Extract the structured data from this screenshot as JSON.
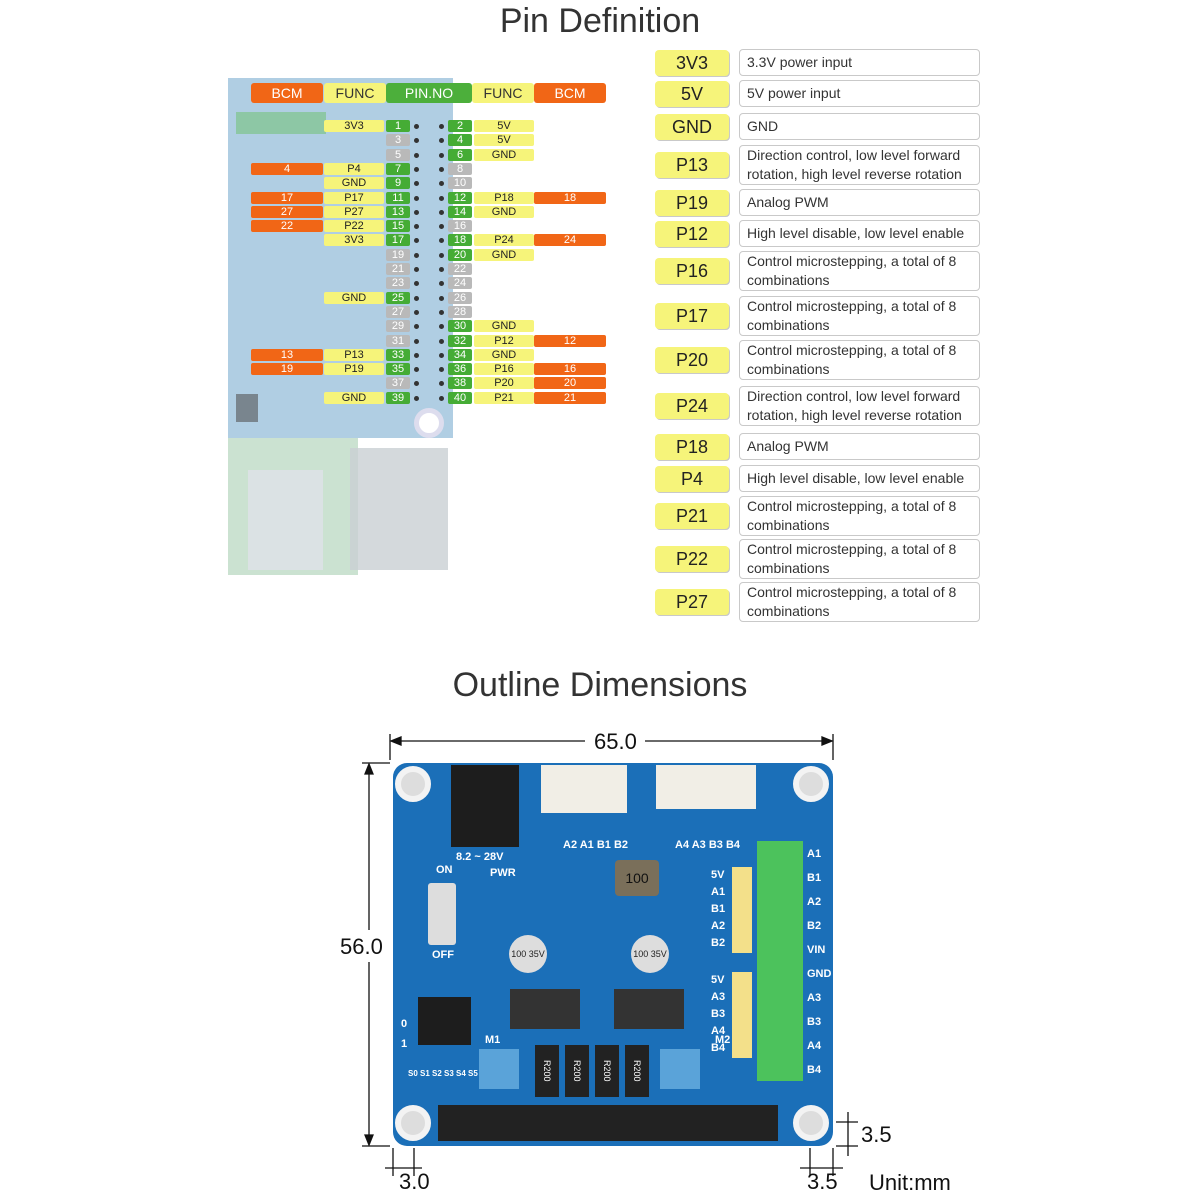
{
  "titles": {
    "pin_definition": "Pin Definition",
    "outline_dimensions": "Outline Dimensions"
  },
  "pin_header": {
    "bcm_left": "BCM",
    "func_left": "FUNC",
    "pin_no": "PIN.NO",
    "func_right": "FUNC",
    "bcm_right": "BCM"
  },
  "pin_rows": [
    {
      "lf": "3V3",
      "lb": "",
      "ln": "1",
      "rn": "2",
      "rf": "5V",
      "rb": ""
    },
    {
      "lf": "",
      "lb": "",
      "ln": "3",
      "rn": "4",
      "rf": "5V",
      "rb": ""
    },
    {
      "lf": "",
      "lb": "",
      "ln": "5",
      "rn": "6",
      "rf": "GND",
      "rb": ""
    },
    {
      "lf": "P4",
      "lb": "4",
      "ln": "7",
      "rn": "8",
      "rf": "",
      "rb": ""
    },
    {
      "lf": "GND",
      "lb": "",
      "ln": "9",
      "rn": "10",
      "rf": "",
      "rb": ""
    },
    {
      "lf": "P17",
      "lb": "17",
      "ln": "11",
      "rn": "12",
      "rf": "P18",
      "rb": "18"
    },
    {
      "lf": "P27",
      "lb": "27",
      "ln": "13",
      "rn": "14",
      "rf": "GND",
      "rb": ""
    },
    {
      "lf": "P22",
      "lb": "22",
      "ln": "15",
      "rn": "16",
      "rf": "",
      "rb": ""
    },
    {
      "lf": "3V3",
      "lb": "",
      "ln": "17",
      "rn": "18",
      "rf": "P24",
      "rb": "24"
    },
    {
      "lf": "",
      "lb": "",
      "ln": "19",
      "rn": "20",
      "rf": "GND",
      "rb": ""
    },
    {
      "lf": "",
      "lb": "",
      "ln": "21",
      "rn": "22",
      "rf": "",
      "rb": ""
    },
    {
      "lf": "",
      "lb": "",
      "ln": "23",
      "rn": "24",
      "rf": "",
      "rb": ""
    },
    {
      "lf": "GND",
      "lb": "",
      "ln": "25",
      "rn": "26",
      "rf": "",
      "rb": ""
    },
    {
      "lf": "",
      "lb": "",
      "ln": "27",
      "rn": "28",
      "rf": "",
      "rb": ""
    },
    {
      "lf": "",
      "lb": "",
      "ln": "29",
      "rn": "30",
      "rf": "GND",
      "rb": ""
    },
    {
      "lf": "",
      "lb": "",
      "ln": "31",
      "rn": "32",
      "rf": "P12",
      "rb": "12"
    },
    {
      "lf": "P13",
      "lb": "13",
      "ln": "33",
      "rn": "34",
      "rf": "GND",
      "rb": ""
    },
    {
      "lf": "P19",
      "lb": "19",
      "ln": "35",
      "rn": "36",
      "rf": "P16",
      "rb": "16"
    },
    {
      "lf": "",
      "lb": "",
      "ln": "37",
      "rn": "38",
      "rf": "P20",
      "rb": "20"
    },
    {
      "lf": "GND",
      "lb": "",
      "ln": "39",
      "rn": "40",
      "rf": "P21",
      "rb": "21"
    }
  ],
  "definitions": [
    {
      "pin": "3V3",
      "desc": "3.3V power input"
    },
    {
      "pin": "5V",
      "desc": "5V power input"
    },
    {
      "pin": "GND",
      "desc": "GND"
    },
    {
      "pin": "P13",
      "desc": "Direction control, low level forward rotation, high level reverse rotation"
    },
    {
      "pin": "P19",
      "desc": "Analog PWM"
    },
    {
      "pin": "P12",
      "desc": "High level disable, low level enable"
    },
    {
      "pin": "P16",
      "desc": "Control microstepping, a total of 8 combinations"
    },
    {
      "pin": "P17",
      "desc": "Control microstepping, a total of 8 combinations"
    },
    {
      "pin": "P20",
      "desc": "Control microstepping, a total of 8 combinations"
    },
    {
      "pin": "P24",
      "desc": "Direction control, low level forward rotation, high level reverse rotation"
    },
    {
      "pin": "P18",
      "desc": "Analog PWM"
    },
    {
      "pin": "P4",
      "desc": "High level disable, low level enable"
    },
    {
      "pin": "P21",
      "desc": "Control microstepping, a total of 8 combinations"
    },
    {
      "pin": "P22",
      "desc": "Control microstepping, a total of 8 combinations"
    },
    {
      "pin": "P27",
      "desc": "Control microstepping, a total of 8 combinations"
    }
  ],
  "dimensions": {
    "width": "65.0",
    "height": "56.0",
    "hole_offset_x": "3.0",
    "hole_offset_right": "3.5",
    "hole_offset_bottom": "3.5",
    "unit": "Unit:mm"
  },
  "board_labels": {
    "voltage": "8.2 ~ 28V",
    "pwr": "PWR",
    "on": "ON",
    "off": "OFF",
    "conn1": "A2 A1 B1 B2",
    "conn2": "A4 A3 B3 B4",
    "hdr1": [
      "5V",
      "A1",
      "B1",
      "A2",
      "B2"
    ],
    "hdr2": [
      "5V",
      "A3",
      "B3",
      "A4",
      "B4"
    ],
    "terminal": [
      "A1",
      "B1",
      "A2",
      "B2",
      "VIN",
      "GND",
      "A3",
      "B3",
      "A4",
      "B4"
    ],
    "m1": "M1",
    "m2": "M2",
    "dip": "S0 S1 S2 S3 S4 S5",
    "dip0": "0",
    "dip1": "1",
    "resistors": [
      "R200",
      "R200",
      "R200",
      "R200"
    ],
    "caps": [
      "100 35V",
      "100 35V"
    ],
    "inductor": "100"
  },
  "colors": {
    "bcm": "#f16616",
    "func": "#f6f47a",
    "pin": "#45ac35",
    "unused_pin": "#b9b9b9",
    "pcb": "#1b6fb8"
  }
}
